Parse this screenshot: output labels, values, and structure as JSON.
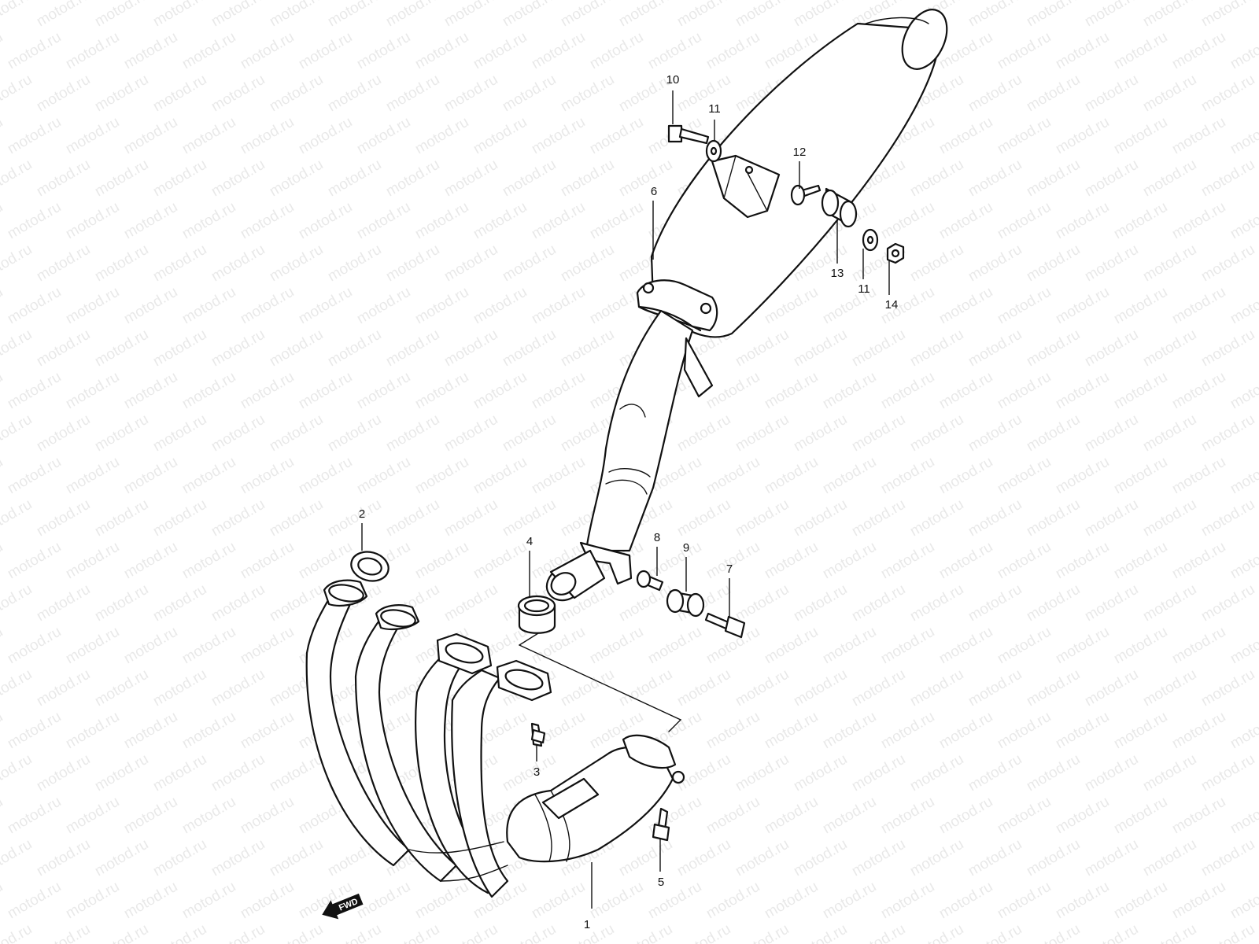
{
  "watermark": {
    "text": "motod.ru"
  },
  "direction_indicator": {
    "label": "FWD"
  },
  "callouts": [
    {
      "id": "1",
      "label": "1"
    },
    {
      "id": "2",
      "label": "2"
    },
    {
      "id": "3",
      "label": "3"
    },
    {
      "id": "4",
      "label": "4"
    },
    {
      "id": "5",
      "label": "5"
    },
    {
      "id": "6",
      "label": "6"
    },
    {
      "id": "7",
      "label": "7"
    },
    {
      "id": "8",
      "label": "8"
    },
    {
      "id": "9",
      "label": "9"
    },
    {
      "id": "10",
      "label": "10"
    },
    {
      "id": "11a",
      "label": "11"
    },
    {
      "id": "11b",
      "label": "11"
    },
    {
      "id": "12",
      "label": "12"
    },
    {
      "id": "13",
      "label": "13"
    },
    {
      "id": "14",
      "label": "14"
    }
  ]
}
